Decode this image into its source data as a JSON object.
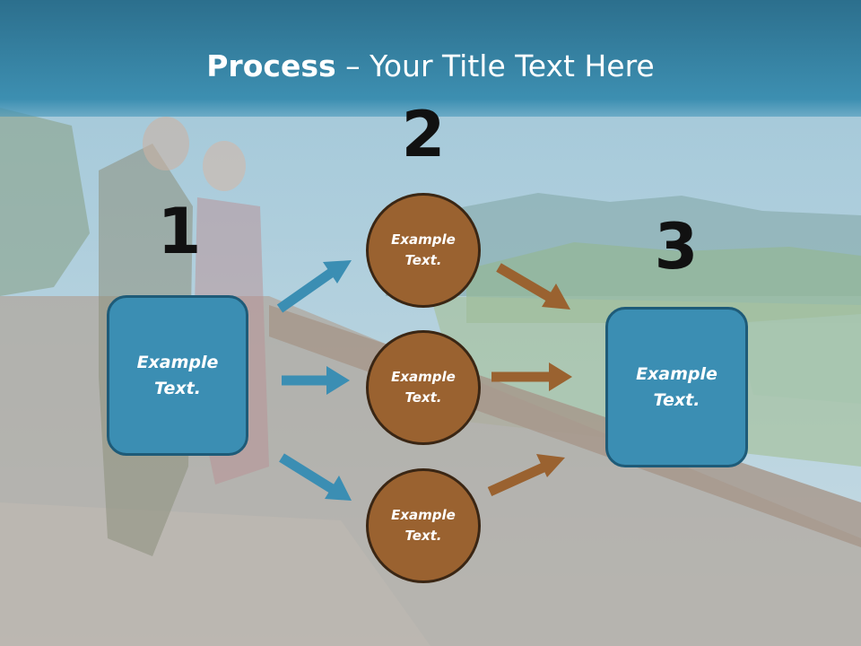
{
  "title": {
    "bold": "Process",
    "rest": " – Your Title Text Here"
  },
  "steps": {
    "one": {
      "number": "1",
      "text": "Example Text."
    },
    "two": {
      "number": "2",
      "circles": [
        "Example Text.",
        "Example Text.",
        "Example Text."
      ]
    },
    "three": {
      "number": "3",
      "text": "Example Text."
    }
  },
  "colors": {
    "blue": "#3b8eb3",
    "brown": "#9a6230",
    "header": "#3d8fb1"
  }
}
